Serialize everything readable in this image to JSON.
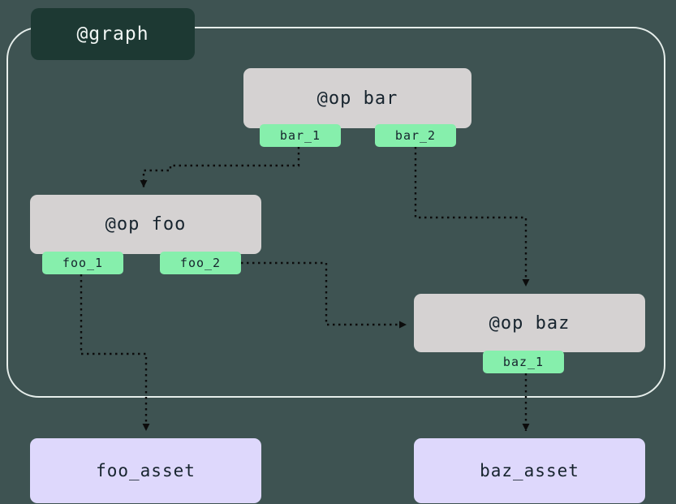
{
  "diagram": {
    "graph_label": "@graph",
    "ops": [
      {
        "id": "bar",
        "label": "@op bar",
        "outputs": [
          "bar_1",
          "bar_2"
        ]
      },
      {
        "id": "foo",
        "label": "@op foo",
        "outputs": [
          "foo_1",
          "foo_2"
        ]
      },
      {
        "id": "baz",
        "label": "@op baz",
        "outputs": [
          "baz_1"
        ]
      }
    ],
    "assets": [
      {
        "id": "foo_asset",
        "label": "foo_asset"
      },
      {
        "id": "baz_asset",
        "label": "baz_asset"
      }
    ],
    "edges": [
      {
        "from": "bar_1",
        "to": "foo"
      },
      {
        "from": "bar_2",
        "to": "baz"
      },
      {
        "from": "foo_2",
        "to": "baz"
      },
      {
        "from": "foo_1",
        "to": "foo_asset"
      },
      {
        "from": "baz_1",
        "to": "baz_asset"
      }
    ],
    "colors": {
      "background": "#3e5352",
      "graph_badge": "#1d3933",
      "graph_border": "#e6eeeb",
      "op_fill": "#d5d2d2",
      "output_fill": "#86efac",
      "asset_fill": "#ded8fc",
      "text_dark": "#17242e",
      "edge": "#0c0c0c"
    }
  }
}
